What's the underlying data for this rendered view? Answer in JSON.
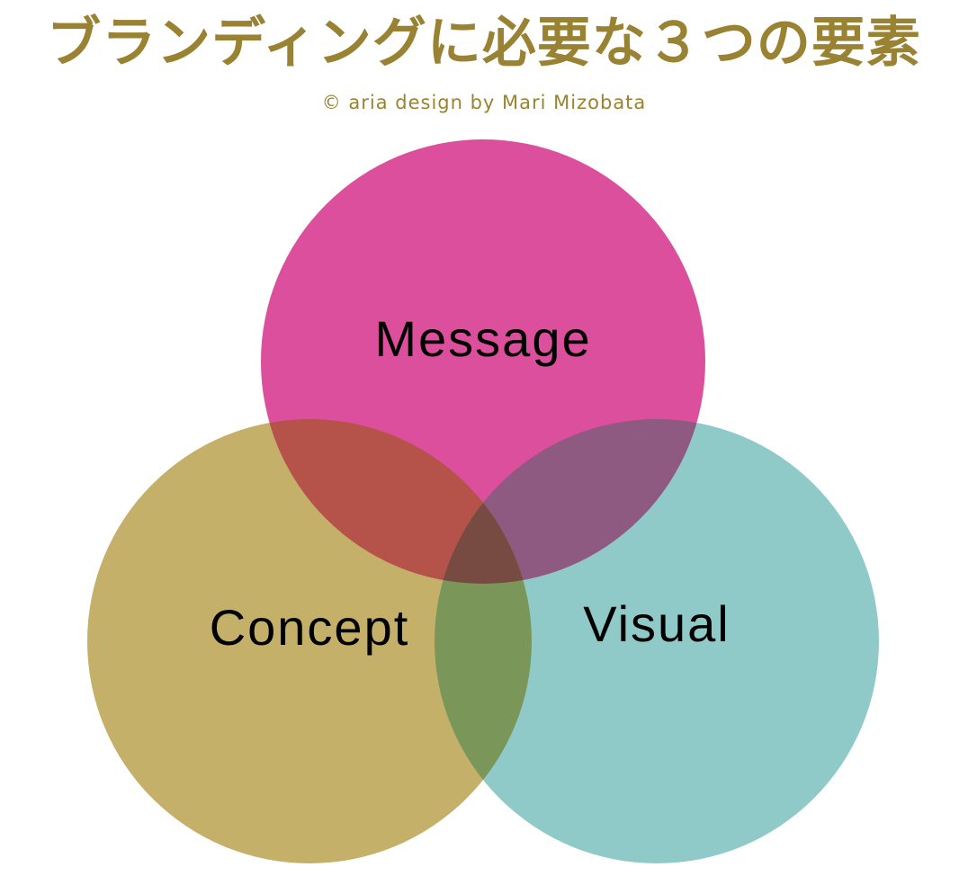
{
  "header": {
    "title": "ブランディングに必要な３つの要素",
    "credit": "© aria design  by Mari Mizobata"
  },
  "colors": {
    "title": "#9a8233",
    "message": "#dc4f9c",
    "concept": "#c4b068",
    "visual": "#8fcac9",
    "message_concept": "#b5534a",
    "message_visual": "#8e5a82",
    "concept_visual": "#7a9658",
    "center": "#774b42"
  },
  "circles": [
    {
      "id": "message",
      "label": "Message"
    },
    {
      "id": "concept",
      "label": "Concept"
    },
    {
      "id": "visual",
      "label": "Visual"
    }
  ]
}
